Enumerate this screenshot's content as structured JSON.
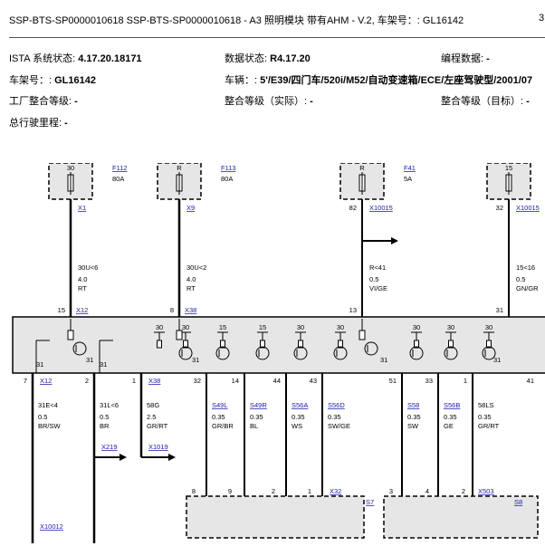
{
  "header": {
    "title": "SSP-BTS-SP0000010618 SSP-BTS-SP0000010618 - A3 照明模块 带有AHM - V.2, 车架号：: GL16142",
    "page_marker": "3"
  },
  "info": {
    "istaLabel": "ISTA 系统状态: ",
    "istaValue": "4.17.20.18171",
    "dataLabel": "数据状态: ",
    "dataValue": "R4.17.20",
    "numLabel": "编程数据: ",
    "numValue": "-",
    "vinLabel": "车架号：: ",
    "vinValue": "GL16142",
    "vehicleLabel": "车辆：: ",
    "vehicleValue": "5'/E39/四门车/520i/M52/自动变速箱/ECE/左座驾驶型/2001/07",
    "plantLabel": "工厂整合等级: ",
    "plantValue": "-",
    "actualLabel": "整合等级（实际）: ",
    "actualValue": "-",
    "targetLabel": "整合等级（目标）: ",
    "targetValue": "-",
    "mileageLabel": "总行驶里程: ",
    "mileageValue": "-"
  },
  "diagram": {
    "fuses": [
      {
        "terminal": "30",
        "fuse": "F112",
        "rating": "80A",
        "conn": "X1",
        "wire": "30U<6",
        "size": "4.0",
        "color": "RT",
        "pin_top": "",
        "pin_bottom": "15",
        "conn_bottom": "X12"
      },
      {
        "terminal": "R",
        "fuse": "F113",
        "rating": "80A",
        "conn": "X9",
        "wire": "30U<2",
        "size": "4.0",
        "color": "RT",
        "pin_top": "",
        "pin_bottom": "8",
        "conn_bottom": "X38"
      },
      {
        "terminal": "R",
        "fuse": "F41",
        "rating": "5A",
        "conn": "X10015",
        "wire": "R<41",
        "size": "0.5",
        "color": "VI/GE",
        "pin_top": "82",
        "pin_bottom": "13",
        "conn_bottom": ""
      },
      {
        "terminal": "15",
        "fuse": "",
        "rating": "",
        "conn": "X10015",
        "wire": "15<16",
        "size": "0.5",
        "color": "GN/GR",
        "pin_top": "32",
        "pin_bottom": "31",
        "conn_bottom": ""
      }
    ],
    "internal_labels": [
      "30",
      "30",
      "15",
      "15",
      "30",
      "30",
      "30",
      "30",
      "30"
    ],
    "internal_31": [
      "31",
      "31",
      "31",
      "31",
      "31",
      "31"
    ],
    "bottom_pins": [
      "7",
      "2",
      "1",
      "32",
      "14",
      "44",
      "43",
      "51",
      "33",
      "1",
      "41"
    ],
    "bottom_conns": [
      "X12",
      "X38"
    ],
    "bottom_wires": [
      {
        "name": "31E<4",
        "size": "0.5",
        "color": "BR/SW",
        "link": ""
      },
      {
        "name": "31L<6",
        "size": "0.5",
        "color": "BR",
        "link": ""
      },
      {
        "name": "58G",
        "size": "2.5",
        "color": "GR/RT",
        "link": ""
      },
      {
        "name": "",
        "size": "0.35",
        "color": "GR/BR",
        "link": "S49L"
      },
      {
        "name": "",
        "size": "0.35",
        "color": "BL",
        "link": "S49R"
      },
      {
        "name": "",
        "size": "0.35",
        "color": "WS",
        "link": "S56A"
      },
      {
        "name": "",
        "size": "0.35",
        "color": "SW/GE",
        "link": "S56D"
      },
      {
        "name": "",
        "size": "0.35",
        "color": "SW",
        "link": "S58"
      },
      {
        "name": "",
        "size": "0.35",
        "color": "GE",
        "link": "S56B"
      },
      {
        "name": "58LS",
        "size": "0.35",
        "color": "GR/RT",
        "link": ""
      }
    ],
    "arrow_links": [
      "X219",
      "X1019"
    ],
    "lower_left_pins": [
      "8",
      "9",
      "2",
      "1"
    ],
    "lower_left_conn": "X32",
    "lower_left_box": "S7",
    "lower_right_pins": [
      "3",
      "4",
      "2"
    ],
    "lower_right_conn": "X503",
    "lower_right_box": "S8",
    "bottom_left_conn": "X10012"
  }
}
